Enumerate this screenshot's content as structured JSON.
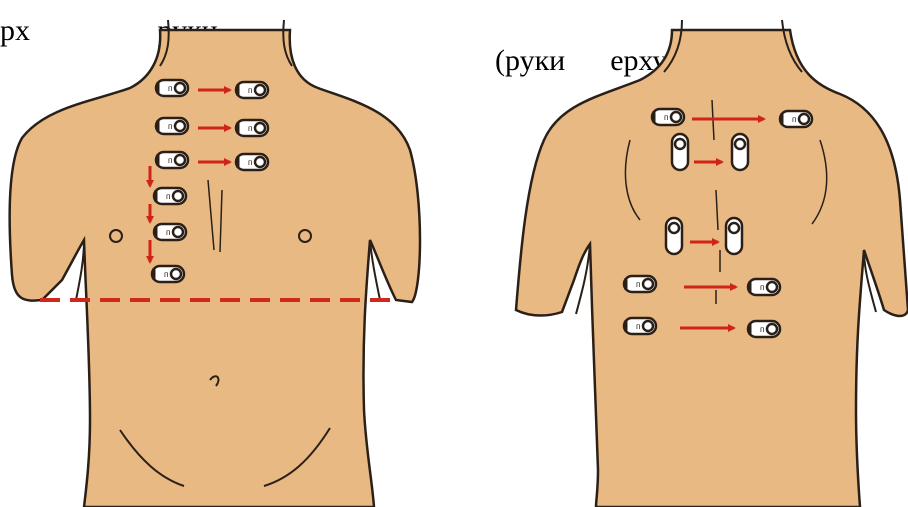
{
  "header": {
    "left_text": "рх                 руки                   ",
    "right_text": "          (руки      ерху"
  },
  "colors": {
    "skin": "#e9b983",
    "skin_light": "#f0c793",
    "outline": "#2a2018",
    "arrow": "#d02418",
    "dashed_line": "#d0281c",
    "finger_nail": "#ffffff"
  },
  "figures": [
    {
      "name": "anterior-torso",
      "view": "front"
    },
    {
      "name": "posterior-torso",
      "view": "back"
    }
  ],
  "icons": {
    "finger": "finger-pad-icon",
    "arrow": "arrow-right-icon",
    "arrow_down": "arrow-down-icon"
  }
}
